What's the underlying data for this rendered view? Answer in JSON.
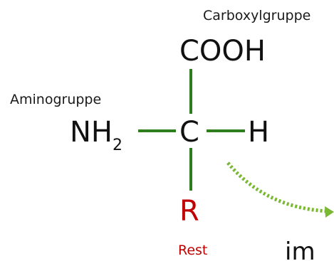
{
  "labels": {
    "carboxyl_caption": "Carboxylgruppe",
    "carboxyl_group": "COOH",
    "amino_caption": "Aminogruppe",
    "amino_group_main": "NH",
    "amino_group_subscript": "2",
    "central_atom": "C",
    "hydrogen": "H",
    "residue_group": "R",
    "residue_caption": "Rest",
    "cut_off_text": "im"
  },
  "colors": {
    "bond": "#2e7d1f",
    "residue": "#c00000",
    "arrow": "#7ab733",
    "text": "#111111"
  }
}
